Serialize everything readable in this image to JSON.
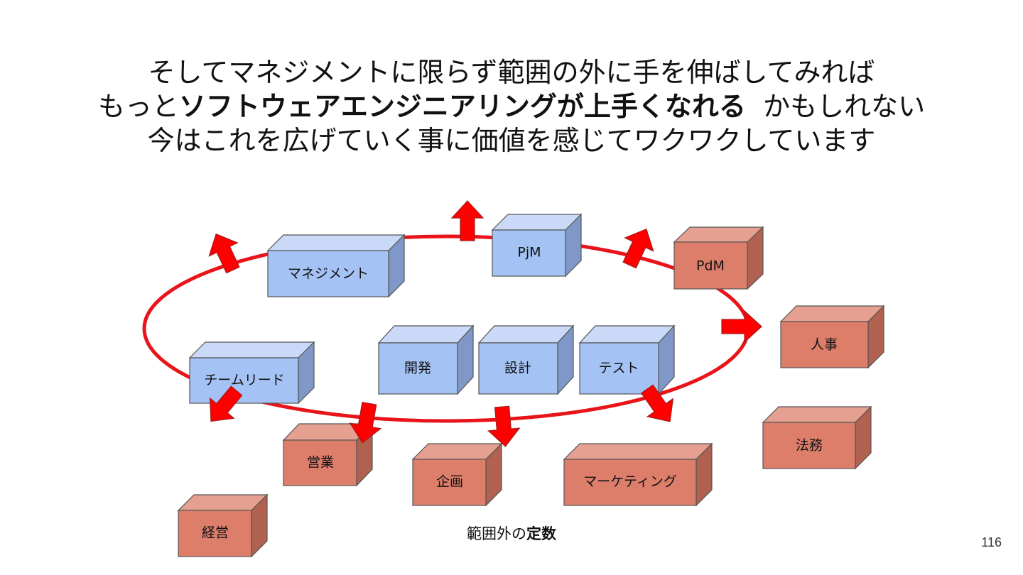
{
  "title": {
    "line1": "そしてマネジメントに限らず範囲の外に手を伸ばしてみれば",
    "line2_pre": "もっと",
    "line2_bold": "ソフトウェアエンジニアリングが上手くなれる",
    "line2_post": "かもしれない",
    "line3": "今はこれを広げていく事に価値を感じてワクワクしています"
  },
  "boxes": {
    "management": "マネジメント",
    "pjm": "PjM",
    "pdm": "PdM",
    "kaihatsu": "開発",
    "sekkei": "設計",
    "test": "テスト",
    "team_lead": "チームリード",
    "jinji": "人事",
    "houmu": "法務",
    "eigyou": "営業",
    "kikaku": "企画",
    "marketing": "マーケティング",
    "keiei": "経営"
  },
  "caption": {
    "pre": "範囲外の",
    "bold": "定数"
  },
  "page_number": "116",
  "colors": {
    "inner_box": "#a4c2f4",
    "outer_box": "#dd7e6b",
    "ring": "#e8141a",
    "arrow": "#ff0000"
  }
}
